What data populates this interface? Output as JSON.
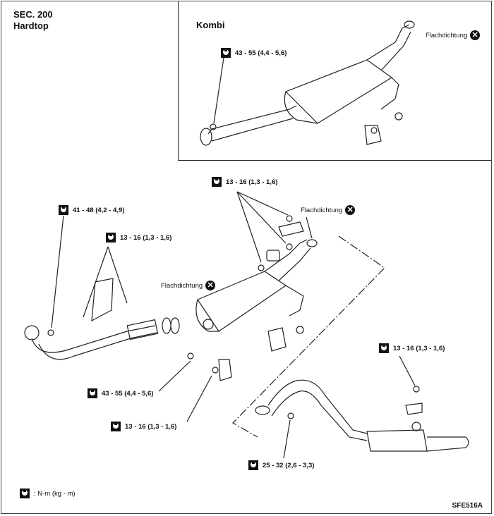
{
  "header": {
    "section": "SEC. 200",
    "variant": "Hardtop"
  },
  "inset": {
    "title": "Kombi",
    "torque": "43 - 55 (4,4 - 5,6)",
    "gasket": "Flachdichtung"
  },
  "callouts": {
    "front_pipe_nut": "41 - 48 (4,2 - 4,9)",
    "bracket_bolts": "13 - 16 (1,3 - 1,6)",
    "center_mount": "13 - 16 (1,3 - 1,6)",
    "joint_nut": "43 - 55 (4,4 - 5,6)",
    "hanger_bolt": "13 - 16 (1,3 - 1,6)",
    "rear_mount": "13 - 16 (1,3 - 1,6)",
    "rear_joint_nut": "25 - 32 (2,6 - 3,3)",
    "gasket_front": "Flachdichtung",
    "gasket_center": "Flachdichtung"
  },
  "legend": {
    "unit": ": N·m (kg - m)"
  },
  "figure_code": "SFE516A"
}
